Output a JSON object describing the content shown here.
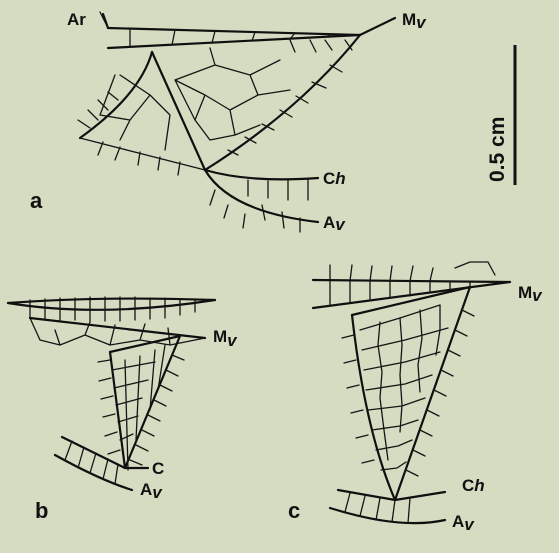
{
  "panels": [
    {
      "letter": "a",
      "labels": {
        "ar": "Ar",
        "mv": {
          "main": "M",
          "sub": "v"
        },
        "ch": {
          "main": "C",
          "sub": "h"
        },
        "av": {
          "main": "A",
          "sub": "v"
        }
      }
    },
    {
      "letter": "b",
      "labels": {
        "mv": {
          "main": "M",
          "sub": "v"
        },
        "c": "C",
        "av": {
          "main": "A",
          "sub": "v"
        }
      }
    },
    {
      "letter": "c",
      "labels": {
        "mv": {
          "main": "M",
          "sub": "v"
        },
        "ch": {
          "main": "C",
          "sub": "h"
        },
        "av": {
          "main": "A",
          "sub": "v"
        }
      }
    }
  ],
  "scale_bar": {
    "label": "0.5 cm"
  },
  "colors": {
    "background": "#d5dcc2",
    "ink": "#111111"
  }
}
